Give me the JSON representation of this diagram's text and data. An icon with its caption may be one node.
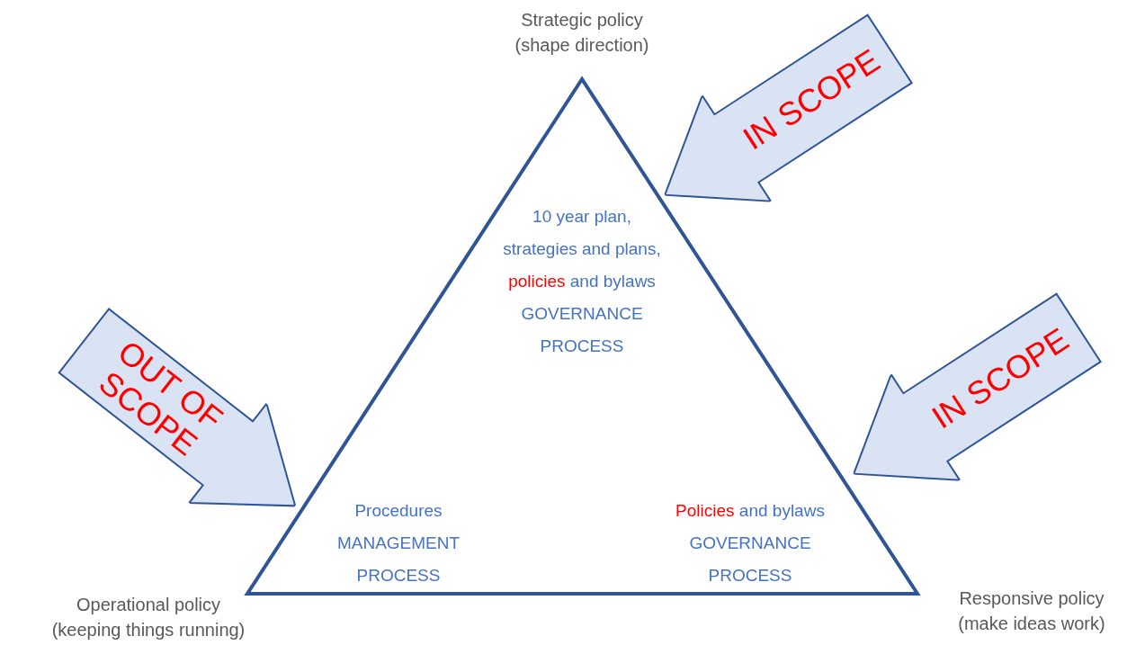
{
  "diagram": {
    "nodes": [
      {
        "text": [
          "10 year plan, strategies and plans,",
          "policies",
          "and bylaws",
          "GOVERNANCE PROCESS",
          "Procedures",
          "MANAGEMENT PROCESS",
          "Policies",
          "and bylaws",
          "GOVERNANCE PROCESS"
        ],
        "beside": [
          "Strategic policy (shape direction)",
          "Operational policy (keeping things running)",
          "Responsive policy (make ideas work)"
        ]
      },
      {
        "text": [
          "IN SCOPE"
        ]
      },
      {
        "text": [
          "OUT OF SCOPE"
        ]
      },
      {
        "text": [
          "IN SCOPE"
        ]
      }
    ]
  }
}
